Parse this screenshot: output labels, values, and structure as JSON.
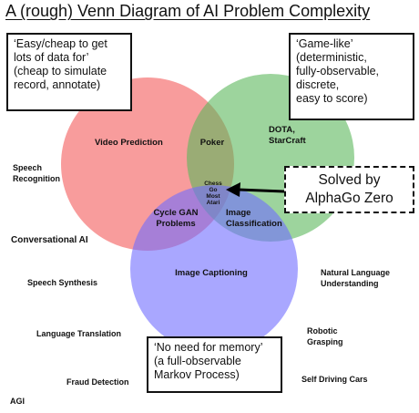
{
  "title": "A (rough) Venn Diagram of AI Problem Complexity",
  "colors": {
    "red_circle": "#f45a5a",
    "green_circle": "#5cb85c",
    "blue_circle": "#6f6cff"
  },
  "boxes": {
    "data": [
      "‘Easy/cheap to get",
      "lots of data for’",
      "(cheap to simulate",
      "record, annotate)"
    ],
    "game": [
      "‘Game-like’",
      "(deterministic,",
      "fully-observable,",
      "discrete,",
      "easy to score)"
    ],
    "memory": [
      "‘No need for memory’",
      "(a full-observable",
      "Markov Process)"
    ],
    "solved": [
      "Solved by",
      "AlphaGo Zero"
    ]
  },
  "regions": {
    "video_prediction": "Video Prediction",
    "poker": "Poker",
    "dota": [
      "DOTA,",
      "StarCraft"
    ],
    "chess": [
      "Chess",
      "Go",
      "Most",
      "Atari"
    ],
    "cycle_gan": [
      "Cycle GAN",
      "Problems"
    ],
    "image_classification": [
      "Image",
      "Classification"
    ],
    "image_captioning": "Image Captioning"
  },
  "outside": {
    "speech_recognition": [
      "Speech",
      "Recognition"
    ],
    "conversational_ai": "Conversational AI",
    "speech_synthesis": "Speech Synthesis",
    "language_translation": "Language Translation",
    "fraud_detection": "Fraud Detection",
    "agi": "AGI",
    "natural_language": [
      "Natural Language",
      "Understanding"
    ],
    "robotic_grasping": [
      "Robotic",
      "Grasping"
    ],
    "self_driving": "Self Driving Cars"
  }
}
